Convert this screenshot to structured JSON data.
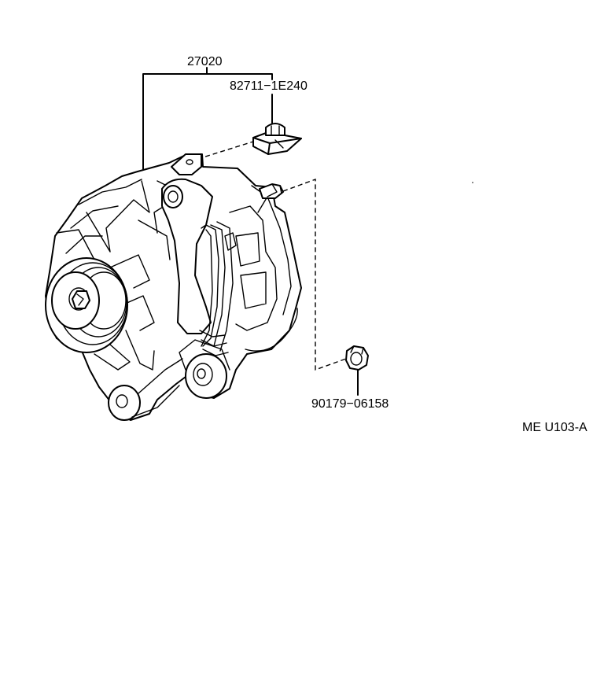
{
  "parts": {
    "alternator_assembly": "27020",
    "connector": "82711−1E240",
    "nut": "90179−06158"
  },
  "diagram_code": "ME U103-A"
}
